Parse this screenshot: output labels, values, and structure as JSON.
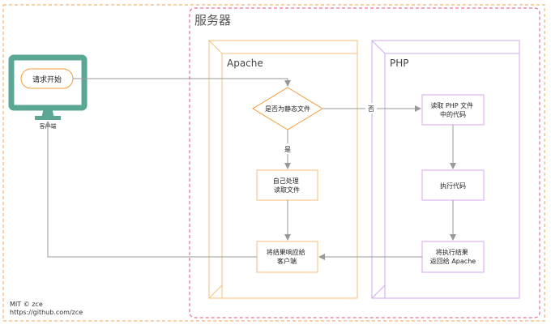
{
  "server_label": "服务器",
  "apache": {
    "title": "Apache"
  },
  "php": {
    "title": "PHP"
  },
  "client": {
    "button_label": "请求开始",
    "caption": "客户端"
  },
  "nodes": {
    "decision": "是否为静态文件",
    "handle_self": [
      "自己处理",
      "读取文件"
    ],
    "respond": [
      "将结果响应给",
      "客户端"
    ],
    "read_php": [
      "读取 PHP 文件",
      "中的代码"
    ],
    "execute": "执行代码",
    "return_result": [
      "将执行结果",
      "返回给 Apache"
    ]
  },
  "edge_labels": {
    "no": "否",
    "yes": "是"
  },
  "footer": {
    "copyright": "MIT © zce",
    "url": "https://github.com/zce"
  },
  "colors": {
    "client_border": "#f5a055",
    "server_border": "#e0507a",
    "apache": "#f7be7a",
    "php": "#d4a8ee",
    "decision_stroke": "#f29b38",
    "node_stroke": "#dda3ee",
    "monitor": "#5aa894",
    "arrow": "#999999"
  }
}
